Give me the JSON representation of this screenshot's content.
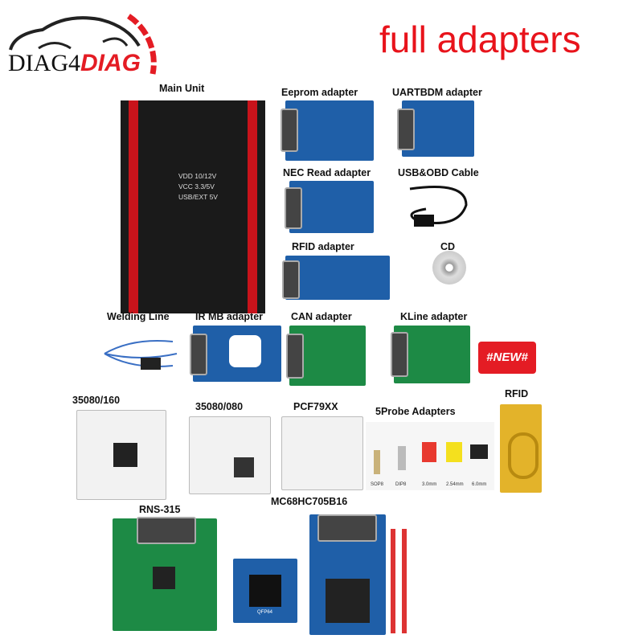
{
  "brand": {
    "logo_left": "DIAG4",
    "logo_right": "DIAG",
    "logo_color": "#e41c24"
  },
  "headline": "full adapters",
  "headline_color": "#e8131b",
  "main_unit": {
    "label": "Main Unit",
    "lines": [
      "VDD 10/12V",
      "VCC 3.3/5V",
      "USB/EXT 5V"
    ]
  },
  "labels": {
    "eeprom": "Eeprom adapter",
    "uartbdm": "UARTBDM adapter",
    "nec": "NEC Read adapter",
    "usb_obd": "USB&OBD Cable",
    "rfid_adapter": "RFID adapter",
    "cd": "CD",
    "welding": "Welding Line",
    "irmb": "IR MB adapter",
    "can": "CAN adapter",
    "kline": "KLine adapter",
    "rfid": "RFID",
    "e35080_160": "35080/160",
    "e35080_080": "35080/080",
    "pcf": "PCF79XX",
    "probe": "5Probe Adapters",
    "rns": "RNS-315",
    "mc68": "MC68HC705B16"
  },
  "new_badge": "#NEW#",
  "probe_sizes": [
    "SOP8",
    "DIP8",
    "3.0mm",
    "2.54mm",
    "6.0mm"
  ],
  "qfp": "QFP64"
}
